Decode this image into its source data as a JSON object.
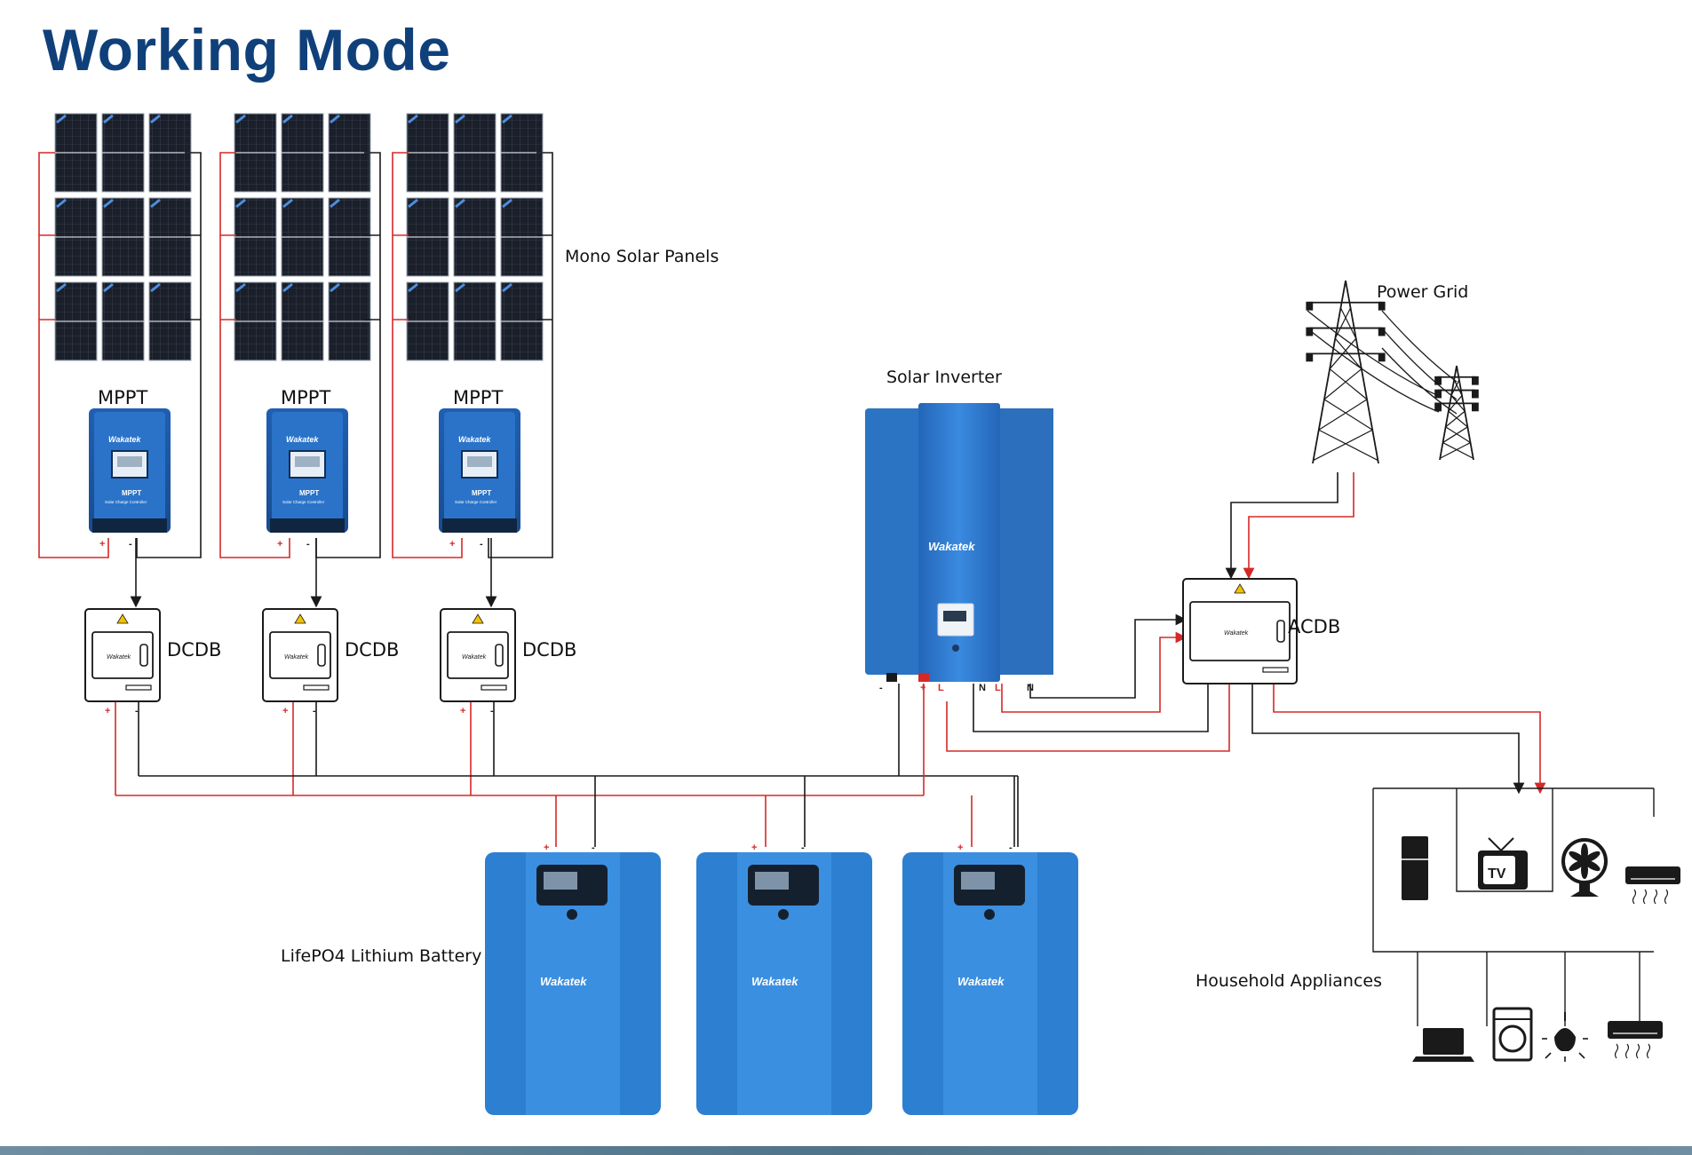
{
  "title": "Working Mode",
  "labels": {
    "solar_panels": "Mono Solar Panels",
    "mppt": "MPPT",
    "dcdb": "DCDB",
    "solar_inverter": "Solar Inverter",
    "power_grid": "Power Grid",
    "acdb": "ACDB",
    "battery": "LifePO4 Lithium Battery",
    "appliances": "Household Appliances"
  },
  "brand": "Wakatek",
  "device_text": {
    "mppt_face": "MPPT",
    "mppt_sub": "Solar Charge Controller",
    "tv": "TV"
  },
  "terminals": {
    "positive": "+",
    "negative": "-",
    "neutral": "N",
    "line": "L"
  },
  "icons": [
    "solar-panel-icon",
    "mppt-controller-icon",
    "dcdb-box-icon",
    "inverter-icon",
    "transmission-tower-icon",
    "acdb-box-icon",
    "battery-icon",
    "fridge-icon",
    "tv-icon",
    "fan-icon",
    "air-conditioner-icon",
    "laptop-icon",
    "washing-machine-icon",
    "light-bulb-icon"
  ],
  "colors": {
    "title": "#10407a",
    "device_blue": "#2f7fd0",
    "wire_positive": "#d62828",
    "wire_negative": "#1a1a1a"
  }
}
